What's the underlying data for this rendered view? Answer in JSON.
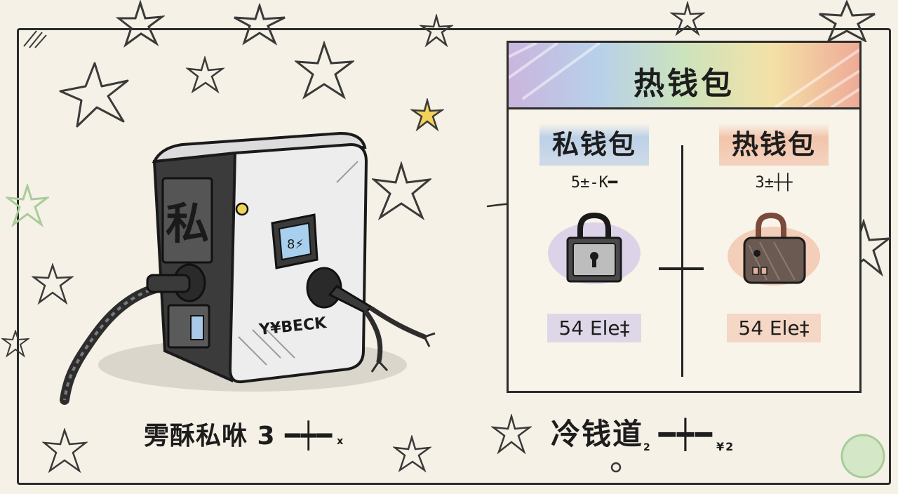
{
  "device": {
    "side_label": "私",
    "front_text": "Y¥BECK",
    "screen_glyph": "8⚡"
  },
  "left_caption": {
    "text": "雱酥私咻 3",
    "marks": "━┿━",
    "suffix": "x"
  },
  "panel": {
    "title": "热钱包",
    "left": {
      "title": "私钱包",
      "subtitle": "5±-K━",
      "bottom": "54 Ele‡",
      "icon": "padlock-icon"
    },
    "right": {
      "title": "热钱包",
      "subtitle": "3±┼┼",
      "bottom": "54 Ele‡",
      "icon": "unlocked-case-icon"
    }
  },
  "right_caption": {
    "text": "冷钱道",
    "marks": "━┿━",
    "sub": "2",
    "suffix": "¥2"
  },
  "colors": {
    "paper": "#f6f1e6",
    "ink": "#1d1d1d",
    "blue_wash": "#a8c4e6",
    "peach_wash": "#f0b496",
    "yellow_star": "#f2d35a",
    "green_star": "#a9cc9a"
  }
}
